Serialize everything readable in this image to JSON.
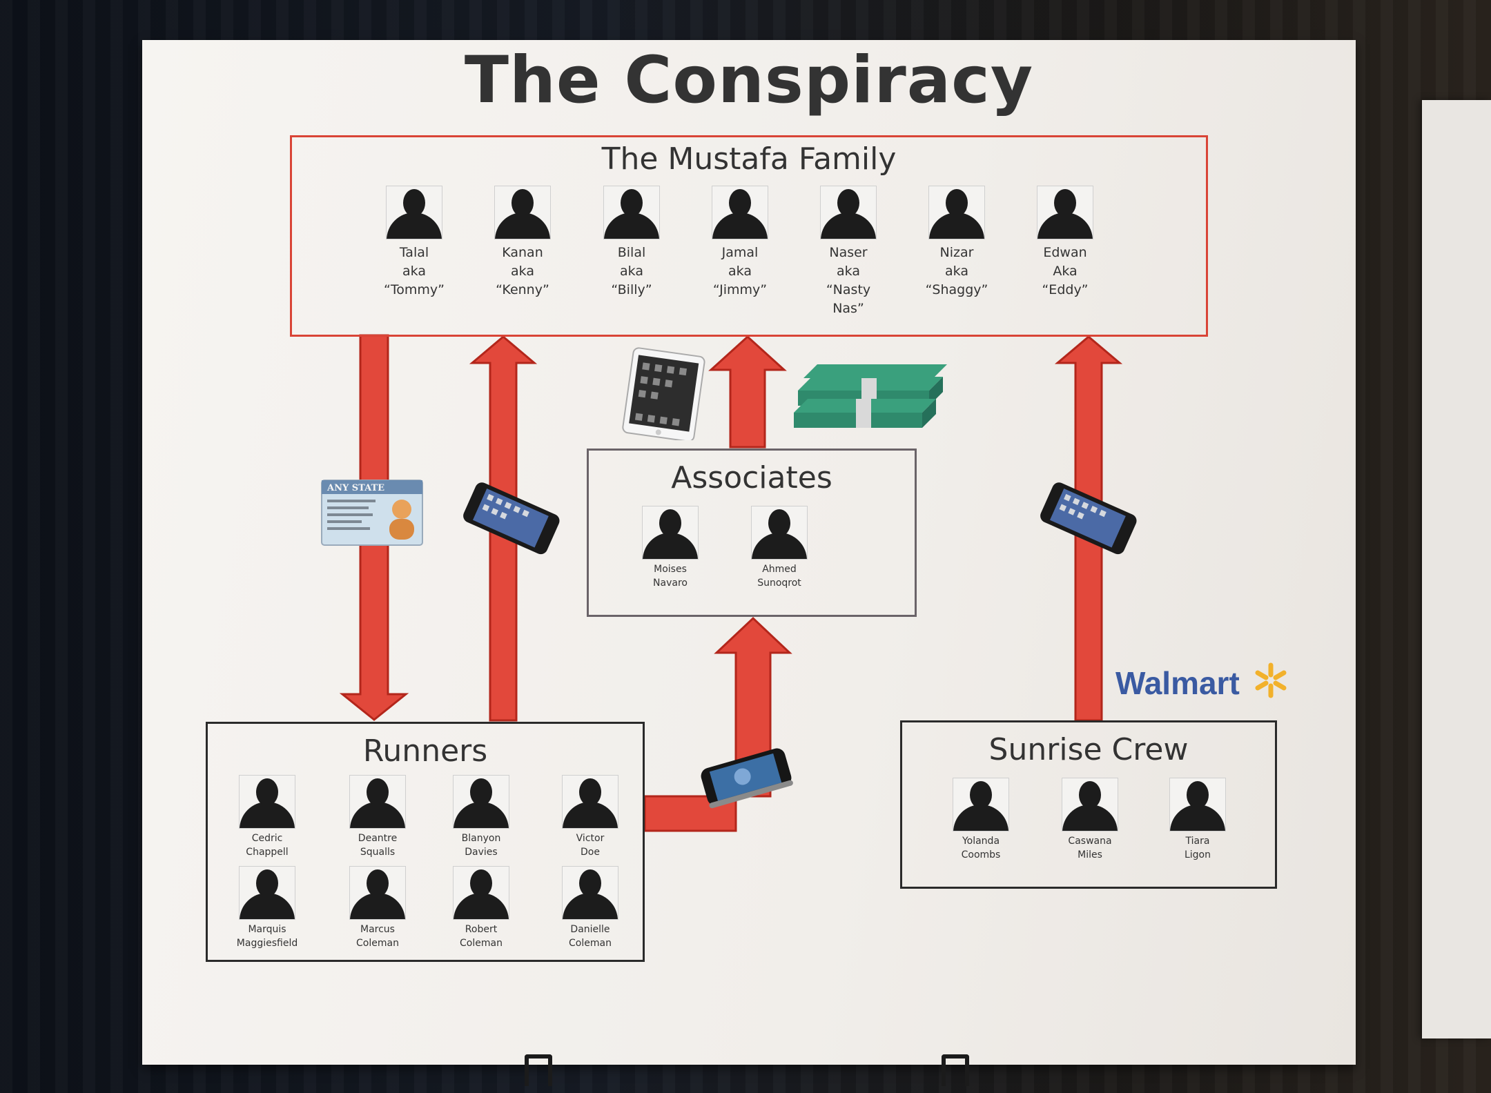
{
  "title": "The Conspiracy",
  "groups": {
    "mustafa": {
      "title": "The Mustafa Family",
      "members": [
        [
          "Talal",
          "aka",
          "“Tommy”"
        ],
        [
          "Kanan",
          "aka",
          "“Kenny”"
        ],
        [
          "Bilal",
          "aka",
          "“Billy”"
        ],
        [
          "Jamal",
          "aka",
          "“Jimmy”"
        ],
        [
          "Naser",
          "aka",
          "“Nasty",
          "Nas”"
        ],
        [
          "Nizar",
          "aka",
          "“Shaggy”"
        ],
        [
          "Edwan",
          "Aka",
          "“Eddy”"
        ]
      ]
    },
    "associates": {
      "title": "Associates",
      "members": [
        [
          "Moises",
          "Navaro"
        ],
        [
          "Ahmed",
          "Sunoqrot"
        ]
      ]
    },
    "runners": {
      "title": "Runners",
      "members": [
        [
          "Cedric",
          "Chappell"
        ],
        [
          "Deantre",
          "Squalls"
        ],
        [
          "Blanyon",
          "Davies"
        ],
        [
          "Victor",
          "Doe"
        ],
        [
          "Marquis",
          "Maggiesfield"
        ],
        [
          "Marcus",
          "Coleman"
        ],
        [
          "Robert",
          "Coleman"
        ],
        [
          "Danielle",
          "Coleman"
        ]
      ]
    },
    "sunrise": {
      "title": "Sunrise Crew",
      "members": [
        [
          "Yolanda",
          "Coombs"
        ],
        [
          "Caswana",
          "Miles"
        ],
        [
          "Tiara",
          "Ligon"
        ]
      ]
    }
  },
  "props": {
    "id_card_text": "ANY STATE",
    "walmart": "Walmart"
  },
  "colors": {
    "arrow": "#e2483b",
    "arrow_outline": "#b3261b",
    "red_border": "#d94436",
    "money": "#2f8a6c",
    "walmart_blue": "#3a5aa2",
    "walmart_spark": "#f2b12b"
  }
}
